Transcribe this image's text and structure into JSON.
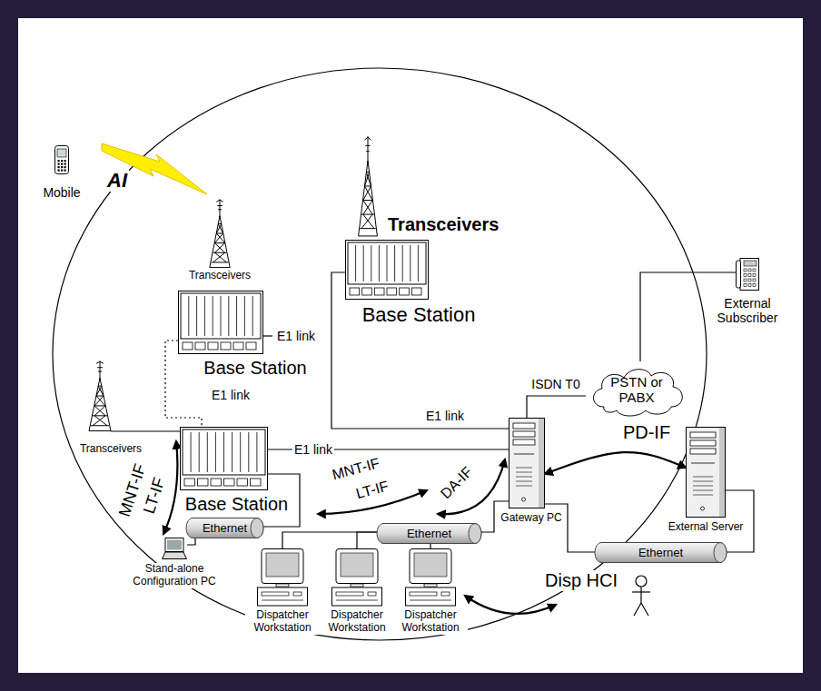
{
  "diagram": {
    "nodes": [
      {
        "text": [
          "Mobile"
        ]
      },
      {
        "text": [
          "Base Station"
        ]
      },
      {
        "text": [
          "Base Station"
        ]
      },
      {
        "text": [
          "PSTN or PABX"
        ]
      },
      {
        "text": [
          "External Subscriber"
        ]
      },
      {
        "text": [
          "Base Station"
        ]
      },
      {
        "text": [
          "Gateway PC"
        ]
      },
      {
        "text": [
          "External Server"
        ]
      },
      {
        "text": [
          "Ethernet"
        ]
      },
      {
        "text": [
          "Ethernet"
        ]
      },
      {
        "text": [
          "Ethernet"
        ]
      },
      {
        "text": [
          "Stand-alone Configuration PC"
        ]
      },
      {
        "text": [
          "Dispatcher Workstation"
        ]
      },
      {
        "text": [
          "Dispatcher Workstation"
        ]
      },
      {
        "text": [
          "Dispatcher Workstation"
        ]
      }
    ],
    "edges": [
      {
        "from": 1,
        "to": 6,
        "label": "E1 link",
        "arrow": "none"
      },
      {
        "from": 2,
        "to": 5,
        "label": "E1 link",
        "arrow": "none"
      },
      {
        "from": 5,
        "to": 6,
        "label": "E1 link",
        "arrow": "none"
      },
      {
        "from": 6,
        "to": 3,
        "label": "ISDN T0",
        "arrow": "none"
      },
      {
        "from": 3,
        "to": 4,
        "arrow": "none"
      },
      {
        "from": 5,
        "to": 8,
        "arrow": "none"
      },
      {
        "from": 11,
        "to": 8,
        "arrow": "none"
      },
      {
        "from": 9,
        "to": 12,
        "arrow": "none"
      },
      {
        "from": 9,
        "to": 13,
        "arrow": "none"
      },
      {
        "from": 9,
        "to": 14,
        "arrow": "none"
      },
      {
        "from": 9,
        "to": 6,
        "arrow": "none"
      },
      {
        "from": 6,
        "to": 10,
        "arrow": "none"
      },
      {
        "from": 10,
        "to": 7,
        "arrow": "none"
      },
      {
        "from": 6,
        "to": 7,
        "label": "PD-IF",
        "arrow": "both"
      }
    ],
    "labels": [
      "AI",
      "Transceivers",
      "Transceivers",
      "E1 link",
      "Transceivers",
      "MNT-IF",
      "LT-IF",
      "MNT-IF",
      "LT-IF",
      "DA-IF",
      "Disp HCI"
    ]
  }
}
